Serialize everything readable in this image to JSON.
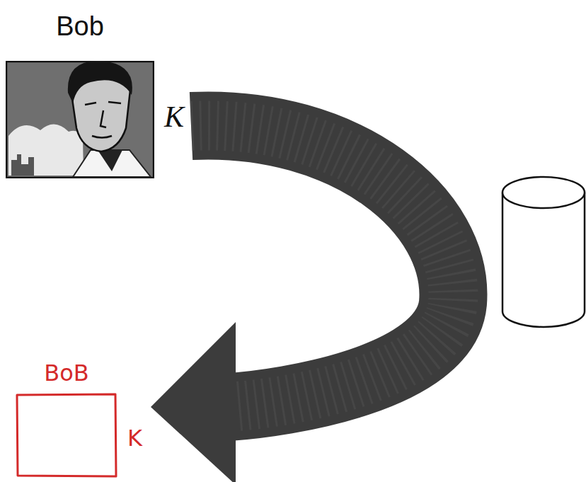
{
  "diagram": {
    "nodes": [
      {
        "text": [
          "Bob",
          "K"
        ]
      },
      {
        "text": [
          "BoB",
          "K"
        ]
      }
    ],
    "edges": [
      {
        "from": 0,
        "to": 1,
        "arrow": "to"
      }
    ]
  }
}
